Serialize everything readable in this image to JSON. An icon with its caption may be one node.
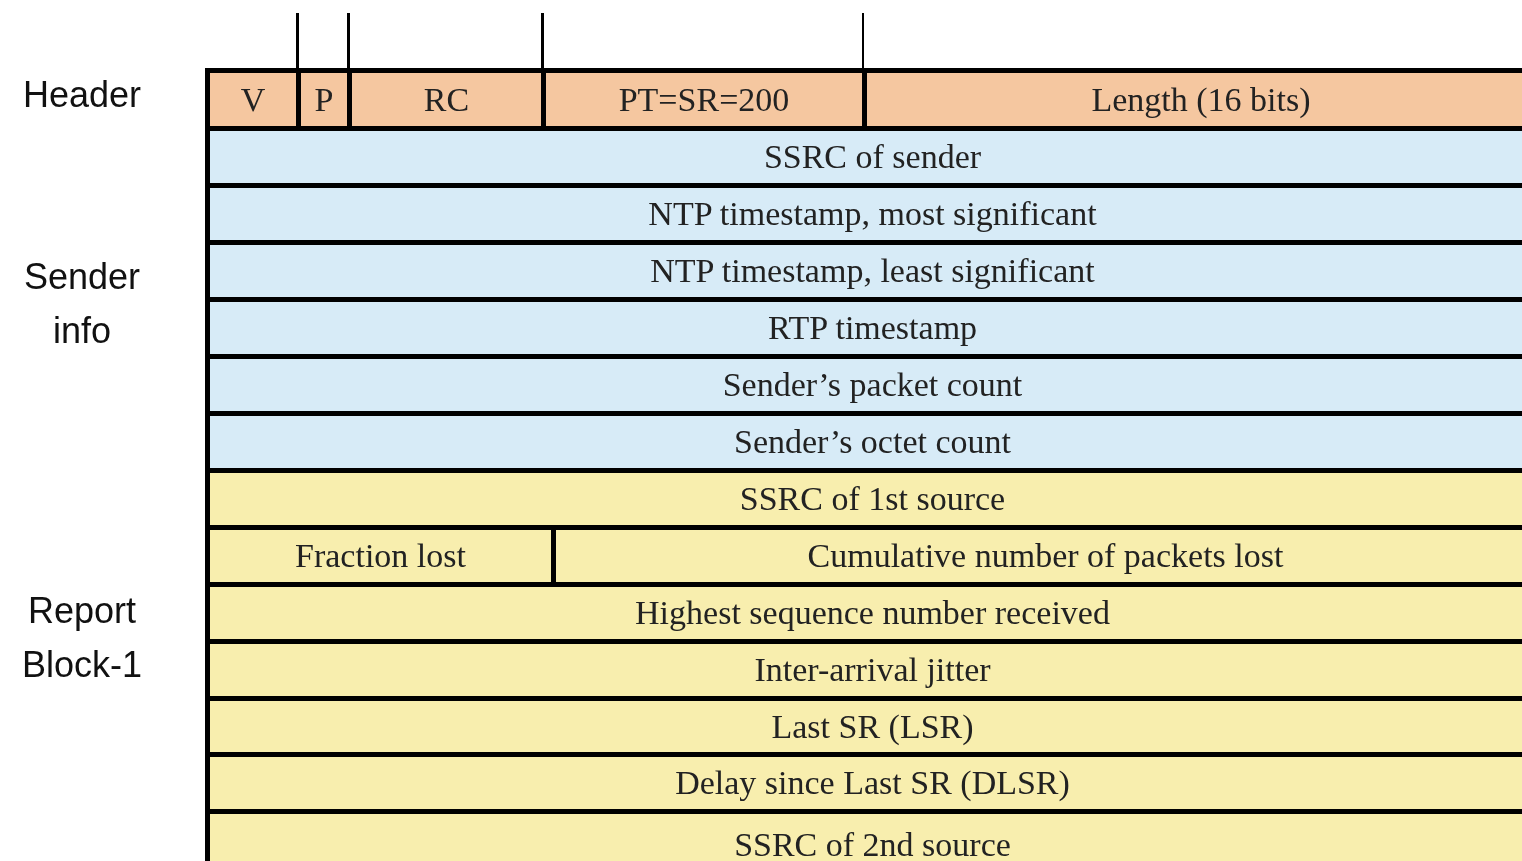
{
  "diagram": {
    "nodes": [
      {
        "text": [
          "V"
        ]
      },
      {
        "text": [
          "P"
        ]
      },
      {
        "text": [
          "RC"
        ]
      },
      {
        "text": [
          "PT=SR=200"
        ]
      },
      {
        "text": [
          "Length (16 bits)"
        ]
      },
      {
        "text": [
          "SSRC of sender"
        ]
      },
      {
        "text": [
          "NTP timestamp, most significant"
        ]
      },
      {
        "text": [
          "NTP timestamp, least significant"
        ]
      },
      {
        "text": [
          "RTP timestamp"
        ]
      },
      {
        "text": [
          "Sender’s packet count"
        ]
      },
      {
        "text": [
          "Sender’s octet count"
        ]
      },
      {
        "text": [
          "SSRC of 1st source"
        ]
      },
      {
        "text": [
          "Fraction lost"
        ]
      },
      {
        "text": [
          "Cumulative number of packets lost"
        ]
      },
      {
        "text": [
          "Highest sequence number received"
        ]
      },
      {
        "text": [
          "Inter-arrival jitter"
        ]
      },
      {
        "text": [
          "Last SR (LSR)"
        ]
      },
      {
        "text": [
          "Delay since Last SR (DLSR)"
        ]
      },
      {
        "text": [
          "SSRC of 2nd source"
        ]
      }
    ],
    "labels": [
      "Header",
      "Sender info",
      "Report Block-1"
    ]
  }
}
